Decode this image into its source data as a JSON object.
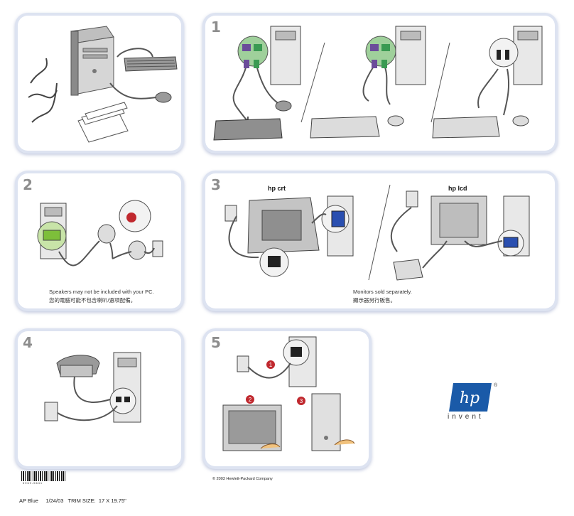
{
  "panels": {
    "step1": {
      "number": "1"
    },
    "step2": {
      "number": "2",
      "caption_en": "Speakers may not be included with your PC.",
      "caption_zh": "您的電腦可能不包含喇叭/選項配備。"
    },
    "step3": {
      "number": "3",
      "crt_label": "hp crt",
      "lcd_label": "hp lcd",
      "caption_en": "Monitors sold separately.",
      "caption_zh": "顯示器另行販售。"
    },
    "step4": {
      "number": "4"
    },
    "step5": {
      "number": "5",
      "badges": [
        "1",
        "2",
        "3"
      ]
    }
  },
  "logo": {
    "brand": "hp",
    "tagline": "invent",
    "registered": "®",
    "color": "#1a5aa8"
  },
  "footer": {
    "copyright": "© 2003 Hewlett-Packard Company",
    "print_info": "AP Blue     1/24/03   TRIM SIZE:  17 X 19.75\"",
    "barcode_number": "5969-5641"
  },
  "colors": {
    "panel_glow": "#dde3f1",
    "ps2_purple": "#6b4c9a",
    "ps2_green": "#3a9a52",
    "vga_blue": "#2a4fb0",
    "badge_red": "#c0282e",
    "audio_green": "#7dbf3a"
  }
}
